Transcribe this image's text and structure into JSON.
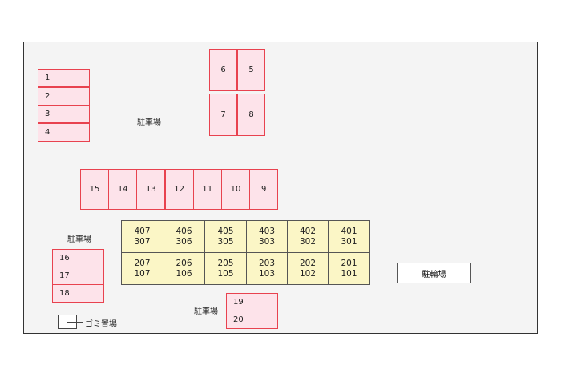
{
  "labels": {
    "parking": "駐車場",
    "bicycle": "駐輪場",
    "garbage": "ゴミ置場"
  },
  "spots_left": [
    "1",
    "2",
    "3",
    "4"
  ],
  "spots_top_upper": [
    "6",
    "5"
  ],
  "spots_top_lower": [
    "7",
    "8"
  ],
  "spots_row": [
    "15",
    "14",
    "13",
    "12",
    "11",
    "10",
    "9"
  ],
  "spots_lower_left": [
    "16",
    "17",
    "18"
  ],
  "spots_bottom": [
    "19",
    "20"
  ],
  "units_upper": [
    [
      "407",
      "307"
    ],
    [
      "406",
      "306"
    ],
    [
      "405",
      "305"
    ],
    [
      "403",
      "303"
    ],
    [
      "402",
      "302"
    ],
    [
      "401",
      "301"
    ]
  ],
  "units_lower": [
    [
      "207",
      "107"
    ],
    [
      "206",
      "106"
    ],
    [
      "205",
      "105"
    ],
    [
      "203",
      "103"
    ],
    [
      "202",
      "102"
    ],
    [
      "201",
      "101"
    ]
  ]
}
